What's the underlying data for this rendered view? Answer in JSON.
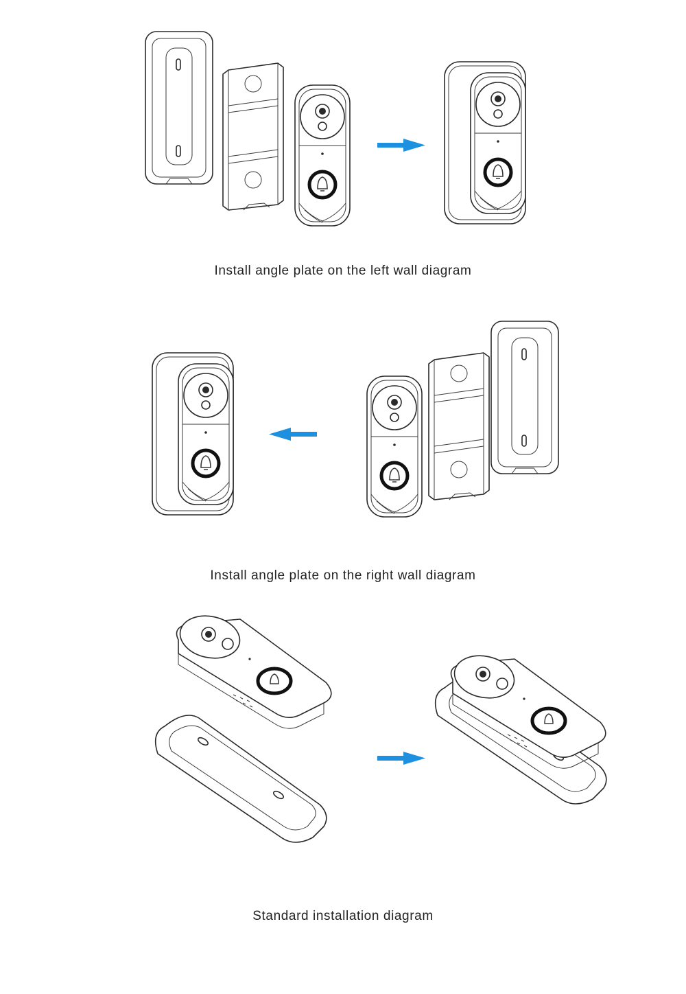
{
  "panels": [
    {
      "caption": "Install angle plate on the left wall diagram",
      "arrow": {
        "direction": "right",
        "color": "#1e90e0"
      },
      "icons": [
        "wall-plate",
        "angle-plate",
        "doorbell",
        "arrow-right",
        "assembled-doorbell"
      ]
    },
    {
      "caption": "Install angle plate on the right wall diagram",
      "arrow": {
        "direction": "left",
        "color": "#1e90e0"
      },
      "icons": [
        "assembled-doorbell",
        "arrow-left",
        "doorbell",
        "angle-plate",
        "wall-plate"
      ]
    },
    {
      "caption": "Standard installation diagram",
      "arrow": {
        "direction": "right",
        "color": "#1e90e0"
      },
      "icons": [
        "doorbell",
        "wall-plate",
        "arrow-right",
        "assembled-doorbell"
      ]
    }
  ]
}
